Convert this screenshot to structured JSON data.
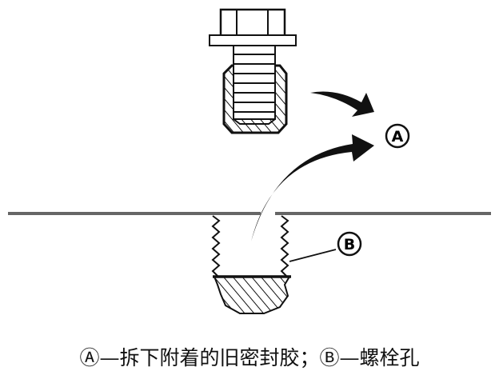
{
  "labels": {
    "a": "A",
    "b": "B"
  },
  "caption": "Ⓐ—拆下附着的旧密封胶；Ⓑ—螺栓孔",
  "colors": {
    "ink": "#111111",
    "surface_line": "#666666"
  }
}
